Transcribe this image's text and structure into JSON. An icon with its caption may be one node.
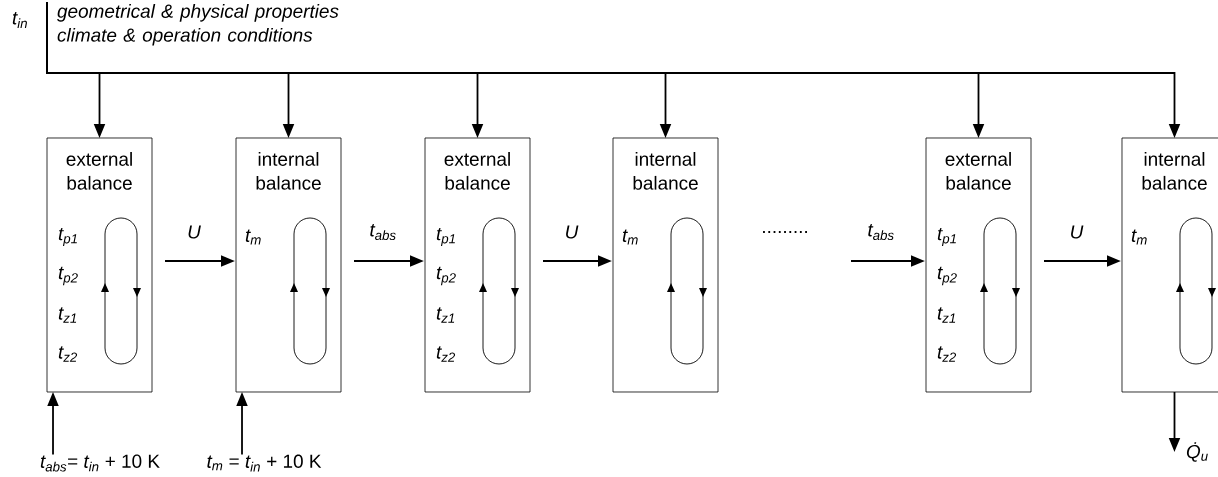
{
  "diagram": {
    "nodes": [
      {
        "text": [
          "geometrical & physical properties climate & operation conditions"
        ]
      },
      {
        "text": [
          "external balance",
          "t$_{p1}$",
          "t$_{p2}$",
          "t$_{z1}$",
          "t$_{z2}$"
        ]
      },
      {
        "text": [
          "internal balance",
          "t$_{m}$"
        ]
      },
      {
        "text": [
          "external balance",
          "t$_{p1}$",
          "t$_{p2}$",
          "t$_{z1}$",
          "t$_{z2}$"
        ]
      },
      {
        "text": [
          "internal balance",
          "t$_{m}$"
        ]
      },
      {
        "text": [
          "external balance",
          "t$_{p1}$",
          "t$_{p2}$",
          "t$_{z1}$",
          "t$_{z2}$"
        ]
      },
      {
        "text": [
          "internal balance",
          "t$_{m}$"
        ]
      },
      {
        "text": [
          "*t$_{abs}$*= *t$_{in}$* + 10 K"
        ]
      },
      {
        "text": [
          "*t$_{m}$* = *t$_{in}$* + 10 K"
        ]
      },
      {
        "text": [
          "Q̇$_{u}$"
        ]
      }
    ],
    "edges": [
      {
        "from": 0,
        "to": 1,
        "arrow": "to"
      },
      {
        "from": 0,
        "to": 2,
        "arrow": "to"
      },
      {
        "from": 0,
        "to": 3,
        "arrow": "to"
      },
      {
        "from": 0,
        "to": 4,
        "arrow": "to"
      },
      {
        "from": 0,
        "to": 5,
        "arrow": "to"
      },
      {
        "from": 0,
        "to": 6,
        "arrow": "to"
      },
      {
        "from": 1,
        "to": 2,
        "arrow": "to",
        "label": "U"
      },
      {
        "from": 2,
        "to": 3,
        "arrow": "to",
        "label": "t$_{abs}$"
      },
      {
        "from": 3,
        "to": 4,
        "arrow": "to",
        "label": "U"
      },
      {
        "from": null,
        "to": 5,
        "arrow": "to",
        "label": "t$_{abs}$"
      },
      {
        "from": 5,
        "to": 6,
        "arrow": "to",
        "label": "U"
      },
      {
        "from": 7,
        "to": 1,
        "arrow": "to"
      },
      {
        "from": 8,
        "to": 2,
        "arrow": "to"
      },
      {
        "from": 6,
        "to": 9,
        "arrow": "to"
      }
    ],
    "labels": [
      "t$_{in}$",
      "........."
    ]
  }
}
